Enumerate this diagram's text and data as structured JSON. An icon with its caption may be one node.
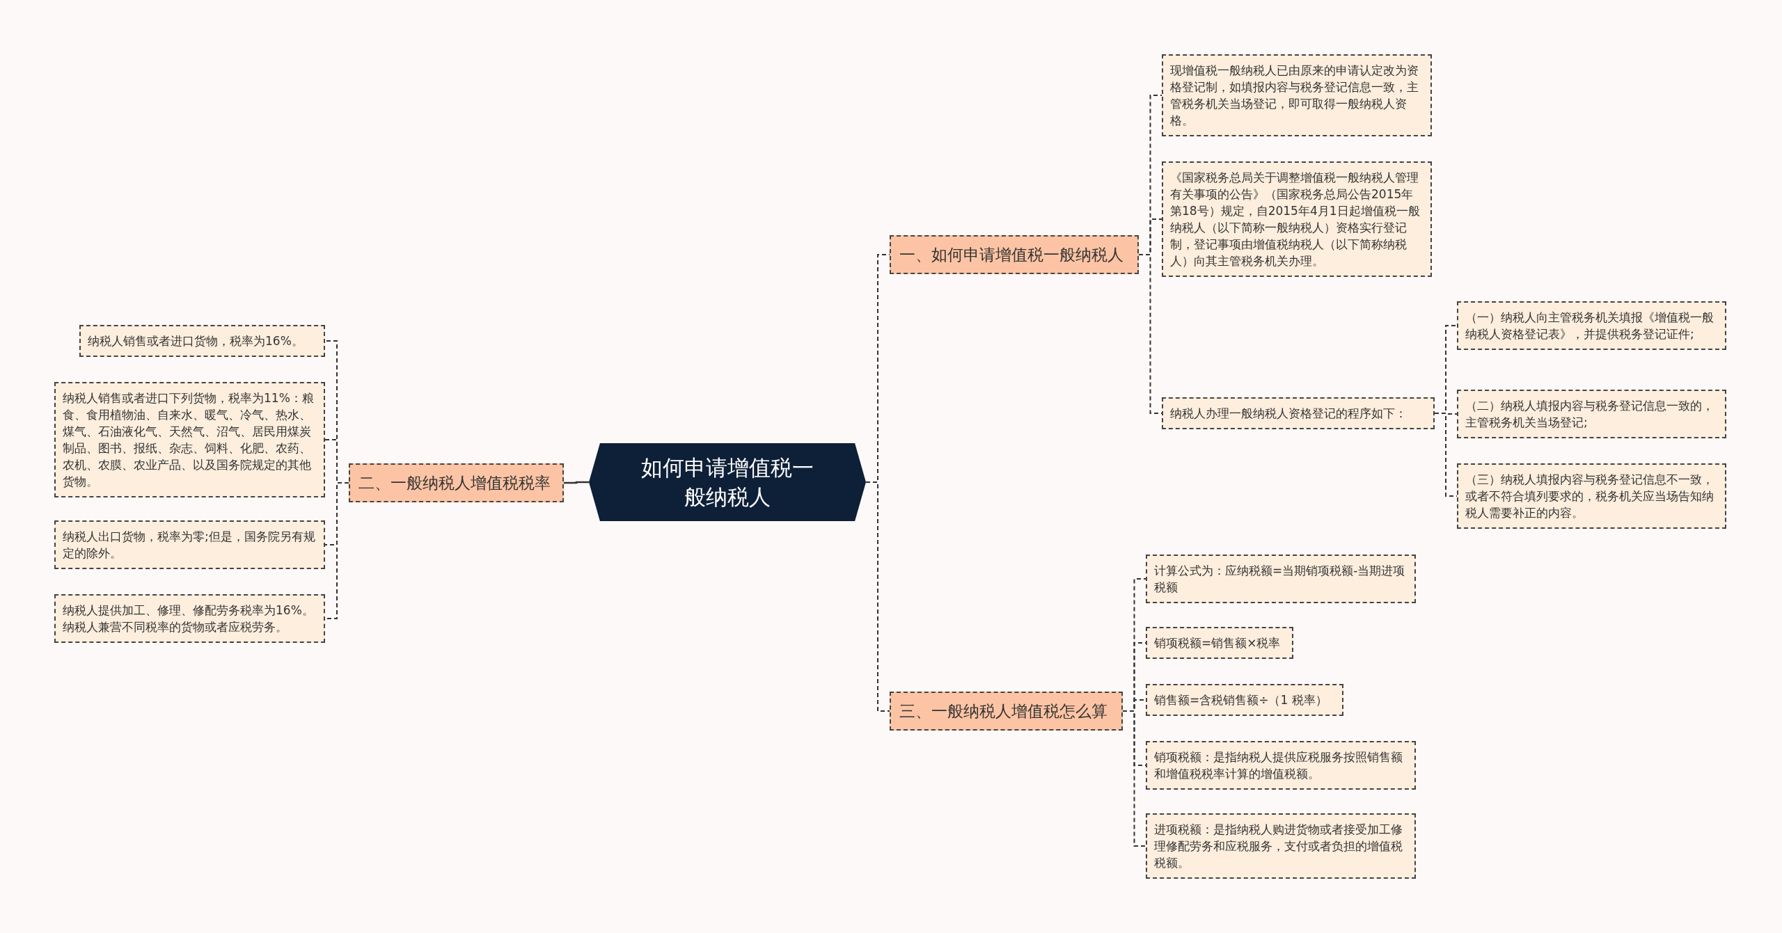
{
  "diagram": {
    "nodes": [
      {
        "text": [
          "如何申请增值税一般纳税人"
        ]
      },
      {
        "text": [
          "一、如何申请增值税一般纳税人"
        ]
      },
      {
        "text": [
          "现增值税一般纳税人已由原来的申请认定改为资格登记制，如填报内容与税务登记信息一致，主管税务机关当场登记，即可取得一般纳税人资格。"
        ]
      },
      {
        "text": [
          "《国家税务总局关于调整增值税一般纳税人管理有关事项的公告》（国家税务总局公告2015年第18号）规定，自2015年4月1日起增值税一般纳税人（以下简称一般纳税人）资格实行登记制，登记事项由增值税纳税人（以下简称纳税人）向其主管税务机关办理。"
        ]
      },
      {
        "text": [
          "纳税人办理一般纳税人资格登记的程序如下："
        ]
      },
      {
        "text": [
          "（一）纳税人向主管税务机关填报《增值税一般纳税人资格登记表》，并提供税务登记证件;"
        ]
      },
      {
        "text": [
          "（二）纳税人填报内容与税务登记信息一致的，主管税务机关当场登记;"
        ]
      },
      {
        "text": [
          "（三）纳税人填报内容与税务登记信息不一致，或者不符合填列要求的，税务机关应当场告知纳税人需要补正的内容。"
        ]
      },
      {
        "text": [
          "二、一般纳税人增值税税率"
        ]
      },
      {
        "text": [
          "纳税人销售或者进口货物，税率为16%。"
        ]
      },
      {
        "text": [
          "纳税人销售或者进口下列货物，税率为11%：粮食、食用植物油、自来水、暖气、冷气、热水、煤气、石油液化气、天然气、沼气、居民用煤炭制品、图书、报纸、杂志、饲料、化肥、农药、农机、农膜、农业产品、以及国务院规定的其他货物。"
        ]
      },
      {
        "text": [
          "纳税人出口货物，税率为零;但是，国务院另有规定的除外。"
        ]
      },
      {
        "text": [
          "纳税人提供加工、修理、修配劳务税率为16%。纳税人兼营不同税率的货物或者应税劳务。"
        ]
      },
      {
        "text": [
          "三、一般纳税人增值税怎么算"
        ]
      },
      {
        "text": [
          "计算公式为：应纳税额=当期销项税额-当期进项税额"
        ]
      },
      {
        "text": [
          "销项税额=销售额×税率"
        ]
      },
      {
        "text": [
          "销售额=含税销售额÷（1 税率）"
        ]
      },
      {
        "text": [
          "销项税额：是指纳税人提供应税服务按照销售额和增值税税率计算的增值税额。"
        ]
      },
      {
        "text": [
          "进项税额：是指纳税人购进货物或者接受加工修理修配劳务和应税服务，支付或者负担的增值税税额。"
        ]
      }
    ],
    "edges": [
      {
        "from": 0,
        "to": 1,
        "arrow": "none",
        "style": "dashed"
      },
      {
        "from": 1,
        "to": 2,
        "arrow": "none",
        "style": "dashed"
      },
      {
        "from": 1,
        "to": 3,
        "arrow": "none",
        "style": "dashed"
      },
      {
        "from": 1,
        "to": 4,
        "arrow": "none",
        "style": "dashed"
      },
      {
        "from": 4,
        "to": 5,
        "arrow": "none",
        "style": "dashed"
      },
      {
        "from": 4,
        "to": 6,
        "arrow": "none",
        "style": "dashed"
      },
      {
        "from": 4,
        "to": 7,
        "arrow": "none",
        "style": "dashed"
      },
      {
        "from": 0,
        "to": 8,
        "arrow": "none"
      },
      {
        "from": 8,
        "to": 9,
        "arrow": "none",
        "style": "dashed"
      },
      {
        "from": 8,
        "to": 10,
        "arrow": "none",
        "style": "dashed"
      },
      {
        "from": 8,
        "to": 11,
        "arrow": "none",
        "style": "dashed"
      },
      {
        "from": 8,
        "to": 12,
        "arrow": "none",
        "style": "dashed"
      },
      {
        "from": 0,
        "to": 13,
        "arrow": "none",
        "style": "dashed"
      },
      {
        "from": 13,
        "to": 14,
        "arrow": "none",
        "style": "dashed"
      },
      {
        "from": 13,
        "to": 15,
        "arrow": "none",
        "style": "dashed"
      },
      {
        "from": 13,
        "to": 16,
        "arrow": "none",
        "style": "dashed"
      },
      {
        "from": 13,
        "to": 17,
        "arrow": "none",
        "style": "dashed"
      },
      {
        "from": 13,
        "to": 18,
        "arrow": "none",
        "style": "dashed"
      }
    ]
  }
}
